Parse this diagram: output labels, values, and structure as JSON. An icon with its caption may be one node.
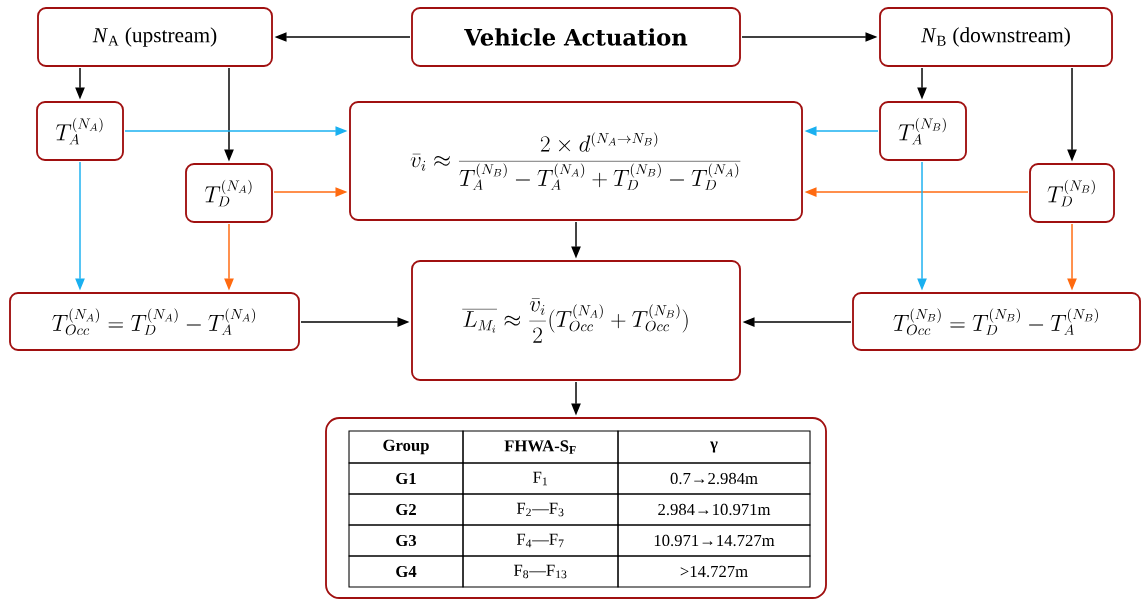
{
  "diagram": {
    "nodes": [
      {
        "text": [
          "*N*$_{A}$ (upstream)"
        ]
      },
      {
        "text": [
          "Vehicle Actuation"
        ]
      },
      {
        "text": [
          "*N*$_{B}$ (downstream)"
        ]
      },
      {
        "text": [
          "T_A^{(N_A)}"
        ]
      },
      {
        "text": [
          "\\bar{v}_i \\approx \\frac{2 \\times d^{(N_A \\rightarrow N_B)}}{T_A^{(N_B)} - T_A^{(N_A)} + T_D^{(N_B)} - T_D^{(N_A)}}"
        ]
      },
      {
        "text": [
          "T_A^{(N_B)}"
        ]
      },
      {
        "text": [
          "T_D^{(N_A)}"
        ]
      },
      {
        "text": [
          "T_D^{(N_B)}"
        ]
      },
      {
        "text": [
          "T_{Occ}^{(N_A)} = T_D^{(N_A)} - T_A^{(N_A)}"
        ]
      },
      {
        "text": [
          "\\overline{L_{M_i}} \\approx \\frac{\\bar{v}_i}{2} (T_{Occ}^{(N_A)} + T_{Occ}^{(N_B)})"
        ]
      },
      {
        "text": [
          "T_{Occ}^{(N_B)} = T_D^{(N_B)} - T_A^{(N_B)}"
        ]
      },
      {
        "text": [],
        "shape": "box"
      }
    ],
    "edges": [
      {
        "from": 1,
        "to": 0,
        "arrow": "to"
      },
      {
        "from": 1,
        "to": 2,
        "arrow": "to"
      },
      {
        "from": 0,
        "to": 3,
        "arrow": "to"
      },
      {
        "from": 0,
        "to": 6,
        "arrow": "to"
      },
      {
        "from": 2,
        "to": 5,
        "arrow": "to"
      },
      {
        "from": 2,
        "to": 7,
        "arrow": "to"
      },
      {
        "from": 3,
        "to": 4,
        "arrow": "to",
        "color": "#1ab0f0"
      },
      {
        "from": 6,
        "to": 4,
        "arrow": "to",
        "color": "#ff6a10"
      },
      {
        "from": 5,
        "to": 4,
        "arrow": "to",
        "color": "#1ab0f0"
      },
      {
        "from": 7,
        "to": 4,
        "arrow": "to",
        "color": "#ff6a10"
      },
      {
        "from": 3,
        "to": 8,
        "arrow": "to",
        "color": "#1ab0f0"
      },
      {
        "from": 6,
        "to": 8,
        "arrow": "to",
        "color": "#ff6a10"
      },
      {
        "from": 5,
        "to": 10,
        "arrow": "to",
        "color": "#1ab0f0"
      },
      {
        "from": 7,
        "to": 10,
        "arrow": "to",
        "color": "#ff6a10"
      },
      {
        "from": 4,
        "to": 9,
        "arrow": "to"
      },
      {
        "from": 8,
        "to": 9,
        "arrow": "to"
      },
      {
        "from": 10,
        "to": 9,
        "arrow": "to"
      },
      {
        "from": 9,
        "to": 11,
        "arrow": "to"
      }
    ],
    "labels": [
      "Group",
      "FHWA-S$_{F}$",
      "γ",
      "G1",
      "F$_{1}$",
      "0.7→2.984m",
      "G2",
      "F$_{2}$—F$_{3}$",
      "2.984→10.971m",
      "G3",
      "F$_{4}$—F$_{7}$",
      "10.971→14.727m",
      "G4",
      "F$_{8}$—F$_{13}$",
      ">14.727m"
    ]
  }
}
